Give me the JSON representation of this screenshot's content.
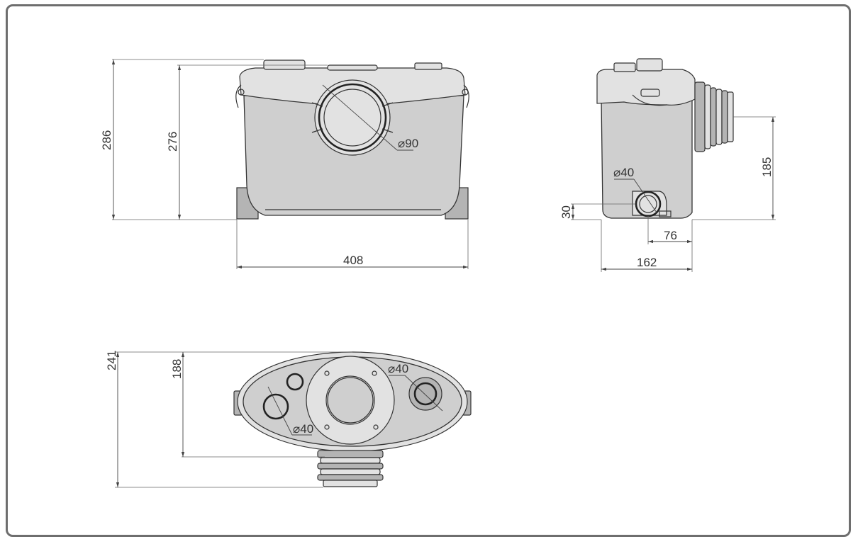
{
  "front_view": {
    "height_total": "286",
    "height_body": "276",
    "width": "408",
    "outlet_diameter": "⌀90"
  },
  "side_view": {
    "inlet_diameter": "⌀40",
    "inlet_height": "30",
    "inlet_offset": "76",
    "depth": "162",
    "outlet_height": "185"
  },
  "top_view": {
    "depth_total": "241",
    "depth_body": "188",
    "inlet_right_diameter": "⌀40",
    "inlet_left_diameter": "⌀40"
  },
  "colors": {
    "frame_border": "#6e6e6e",
    "body_grey": "#cfcfcf",
    "line": "#333333"
  }
}
